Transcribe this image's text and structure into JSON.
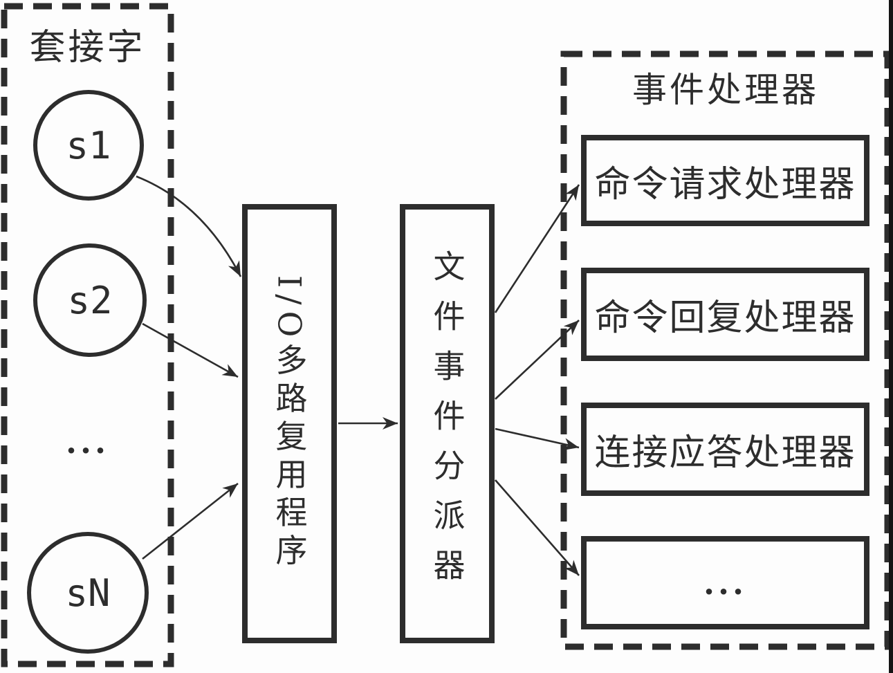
{
  "colors": {
    "ink": "#2d2d2d",
    "background": "#fdfdfd"
  },
  "sockets": {
    "title": "套接字",
    "nodes": [
      {
        "label": "s1"
      },
      {
        "label": "s2"
      },
      {
        "label": "..."
      },
      {
        "label": "sN"
      }
    ]
  },
  "io_multiplexer": {
    "label": "I/O多路复用程序"
  },
  "dispatcher": {
    "label": "文件事件分派器"
  },
  "handlers": {
    "title": "事件处理器",
    "items": [
      {
        "label": "命令请求处理器"
      },
      {
        "label": "命令回复处理器"
      },
      {
        "label": "连接应答处理器"
      },
      {
        "label": "..."
      }
    ]
  }
}
